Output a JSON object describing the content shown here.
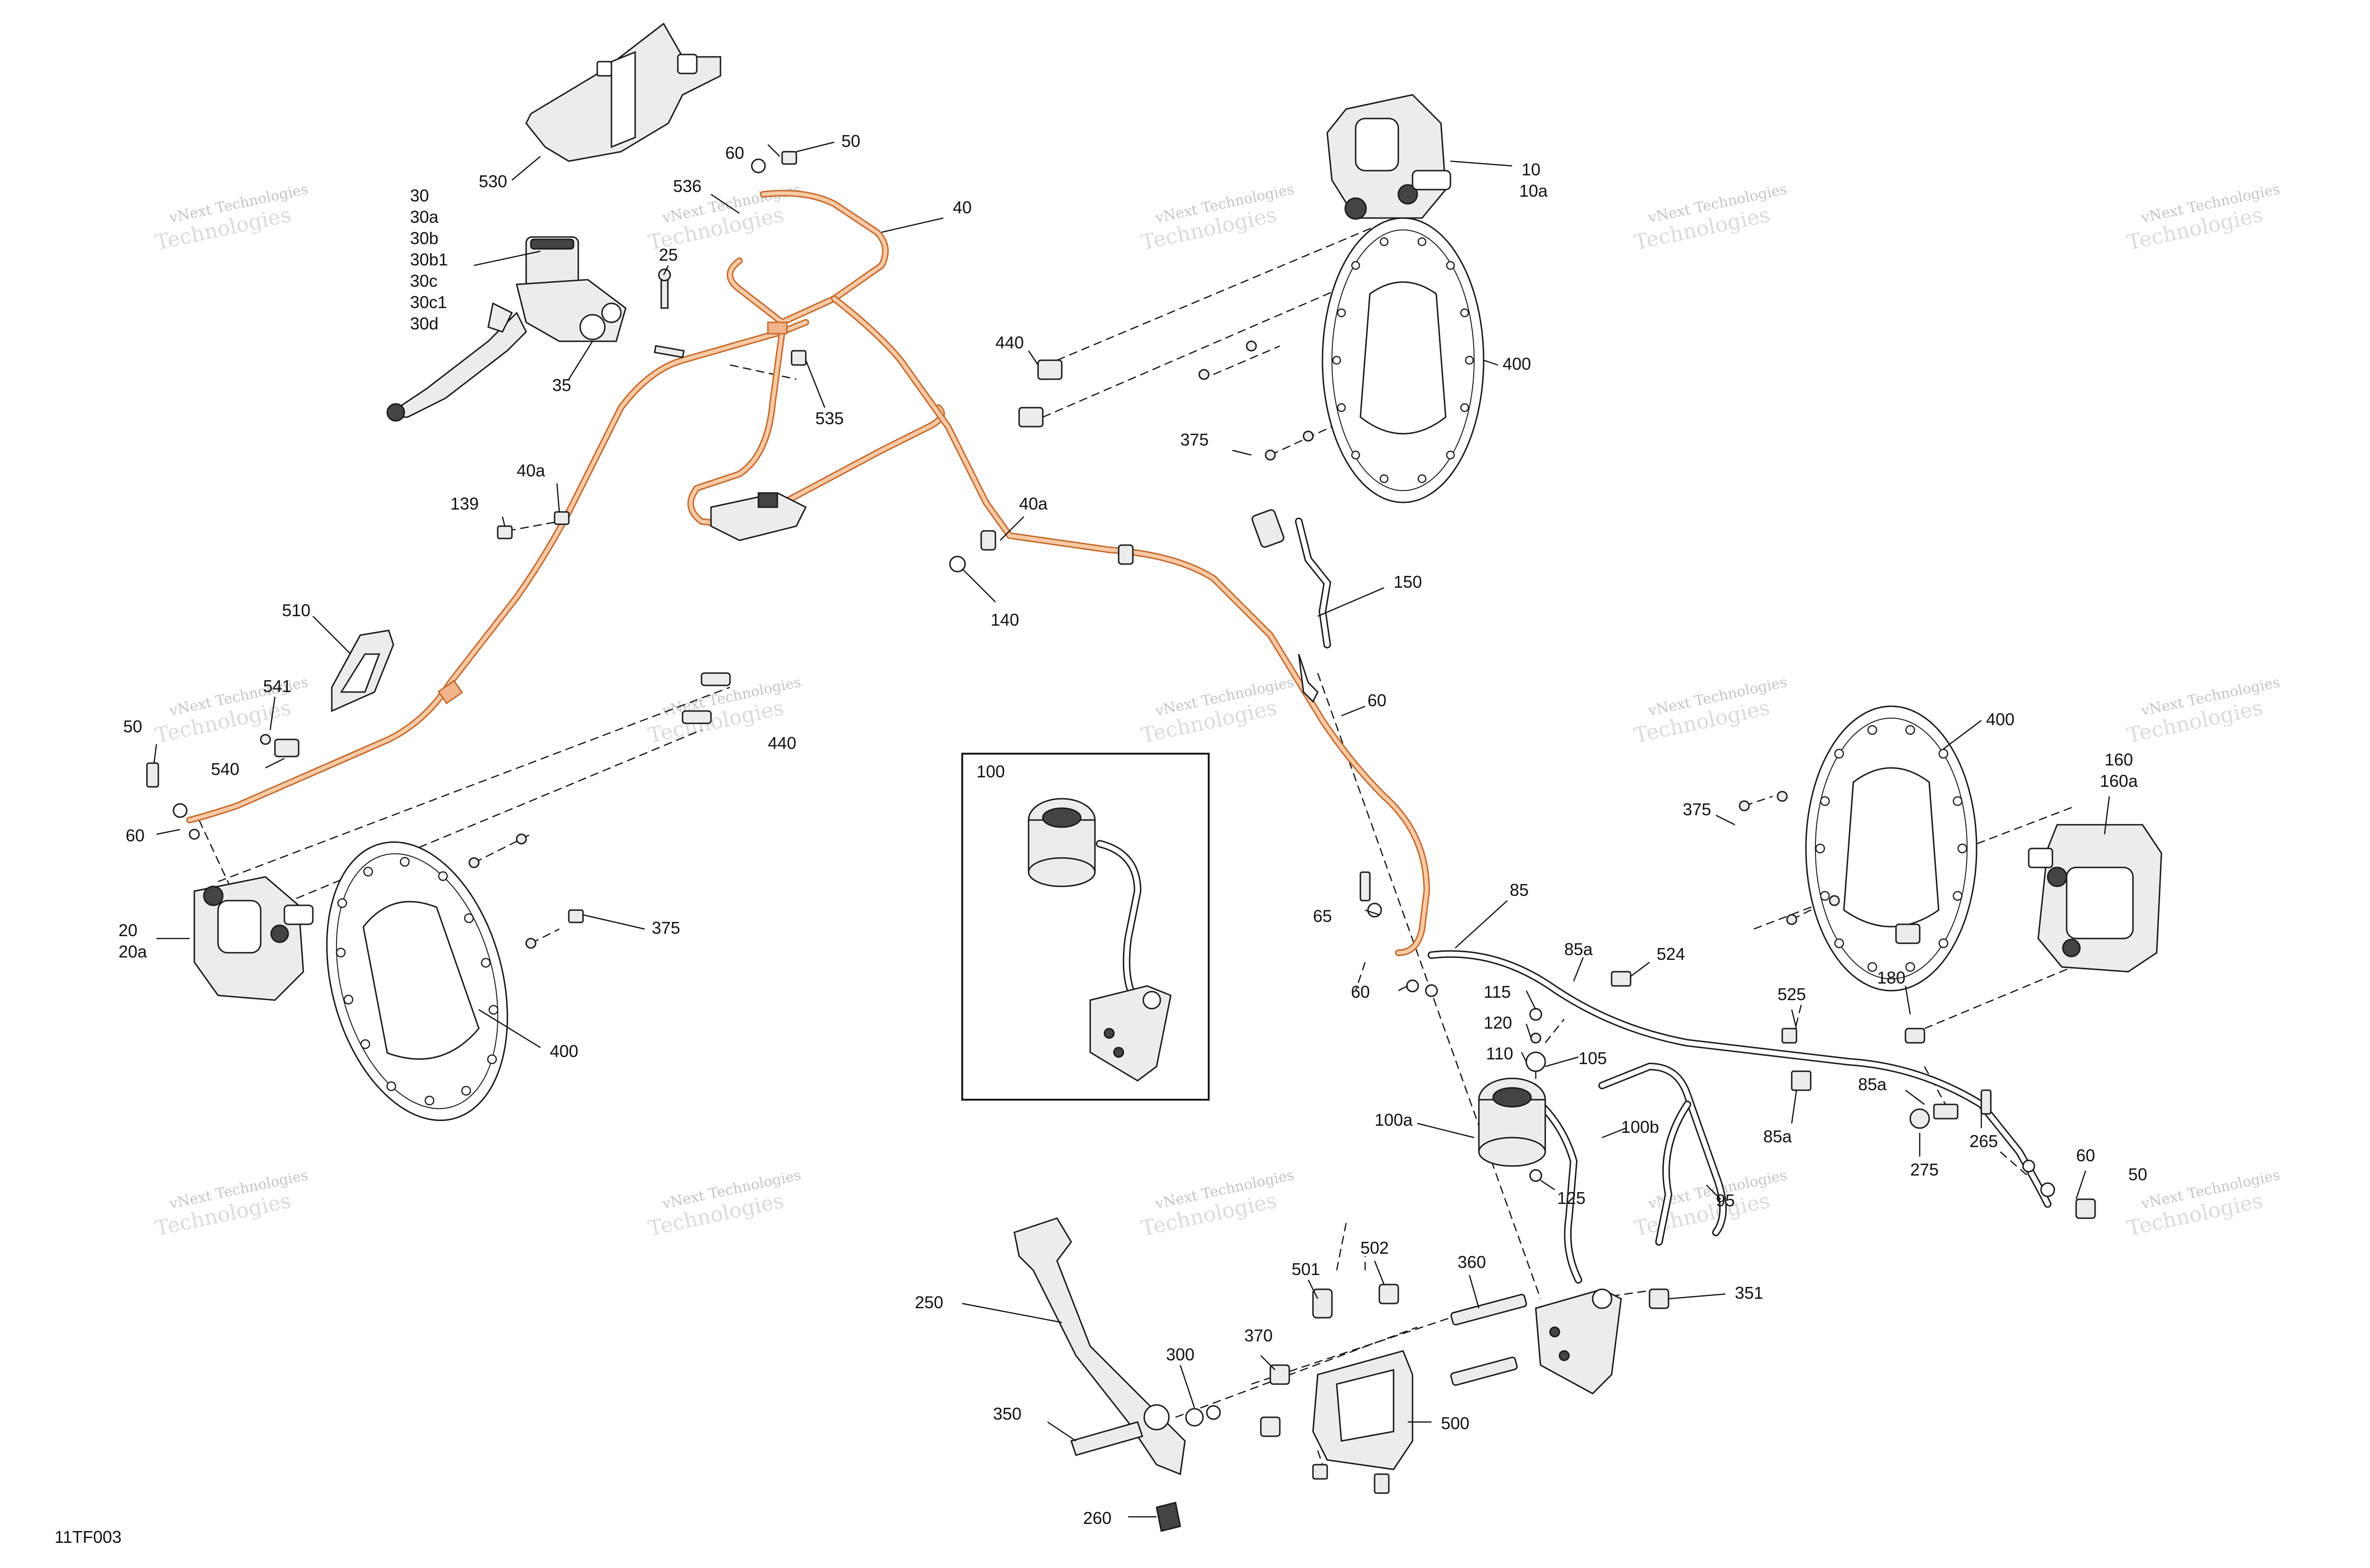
{
  "diagram_code": "11TF003",
  "watermark": {
    "line1": "vNext Technologies",
    "line2": "Technologies"
  },
  "callouts": {
    "c530": "530",
    "c60_top": "60",
    "c50_top": "50",
    "c536": "536",
    "c40": "40",
    "c10": "10",
    "c10a": "10a",
    "c30": "30",
    "c30a": "30a",
    "c30b": "30b",
    "c30b1": "30b1",
    "c30c": "30c",
    "c30c1": "30c1",
    "c30d": "30d",
    "c25": "25",
    "c35": "35",
    "c535": "535",
    "c440_top": "440",
    "c400_top": "400",
    "c375_top": "375",
    "c139": "139",
    "c40a_left": "40a",
    "c40a_mid": "40a",
    "c140": "140",
    "c150": "150",
    "c510": "510",
    "c541": "541",
    "c540": "540",
    "c50_left": "50",
    "c60_left": "60",
    "c440_mid": "440",
    "c60_mid": "60",
    "c100": "100",
    "c20": "20",
    "c20a": "20a",
    "c375_left": "375",
    "c400_left": "400",
    "c400_right": "400",
    "c160": "160",
    "c160a": "160a",
    "c375_right": "375",
    "c180": "180",
    "c65": "65",
    "c85": "85",
    "c85a_top": "85a",
    "c524": "524",
    "c525": "525",
    "c85a_mid": "85a",
    "c85a_right": "85a",
    "c60_low": "60",
    "c115": "115",
    "c120": "120",
    "c110": "110",
    "c105": "105",
    "c100a": "100a",
    "c100b": "100b",
    "c125": "125",
    "c95": "95",
    "c265": "265",
    "c275": "275",
    "c60_right": "60",
    "c50_right": "50",
    "c250": "250",
    "c501": "501",
    "c502": "502",
    "c360": "360",
    "c351": "351",
    "c300": "300",
    "c370": "370",
    "c350": "350",
    "c500": "500",
    "c260": "260"
  }
}
